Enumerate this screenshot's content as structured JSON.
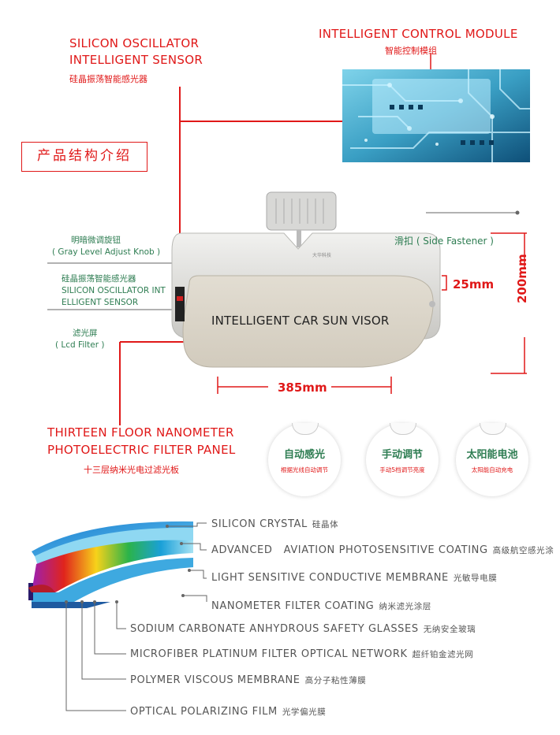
{
  "labels": {
    "sensor_en_1": "SILICON OSCILLATOR",
    "sensor_en_2": "INTELLIGENT SENSOR",
    "sensor_cn": "硅晶振荡智能感光器",
    "module_en": "INTELLIGENT CONTROL MODULE",
    "module_cn": "智能控制模组",
    "section_title": "产品结构介绍",
    "knob_cn": "明暗微调旋钮",
    "knob_en": "( Gray Level Adjust Knob )",
    "sensor2_cn": "硅晶振荡智能感光器",
    "sensor2_en_1": "SILICON OSCILLATOR INT",
    "sensor2_en_2": "ELLIGENT SENSOR",
    "filter_cn": "滤光屏",
    "filter_en": "( Lcd Filter )",
    "fastener": "滑扣 ( Side Fastener )",
    "dim_25": "25mm",
    "dim_200": "200mm",
    "dim_385": "385mm",
    "visor_title": "INTELLIGENT CAR SUN VISOR",
    "brand_stamp": "大华科技",
    "panel_en_1": "THIRTEEN FLOOR NANOMETER",
    "panel_en_2": "PHOTOELECTRIC FILTER PANEL",
    "panel_cn": "十三层纳米光电过滤光板"
  },
  "features": [
    {
      "title": "自动感光",
      "sub": "根据光线自动调节"
    },
    {
      "title": "手动调节",
      "sub": "手动5档调节亮度"
    },
    {
      "title": "太阳能电池",
      "sub": "太阳能自动充电"
    }
  ],
  "layers": [
    {
      "en": "SILICON CRYSTAL",
      "cn": "硅晶体"
    },
    {
      "en": "ADVANCED   AVIATION PHOTOSENSITIVE COATING",
      "cn": "高级航空感光涂"
    },
    {
      "en": "LIGHT SENSITIVE CONDUCTIVE MEMBRANE",
      "cn": "光敏导电膜"
    },
    {
      "en": "NANOMETER FILTER COATING",
      "cn": "纳米滤光涂层"
    },
    {
      "en": "SODIUM CARBONATE ANHYDROUS SAFETY GLASSES",
      "cn": "无纳安全玻璃"
    },
    {
      "en": "MICROFIBER PLATINUM FILTER OPTICAL NETWORK",
      "cn": "超纤铂金滤光网"
    },
    {
      "en": "POLYMER VISCOUS MEMBRANE",
      "cn": "高分子粘性薄膜"
    },
    {
      "en": "OPTICAL POLARIZING FILM",
      "cn": "光学偏光膜"
    }
  ],
  "colors": {
    "accent_red": "#e01818",
    "label_green": "#2e7d52",
    "line_gray": "#666666"
  }
}
